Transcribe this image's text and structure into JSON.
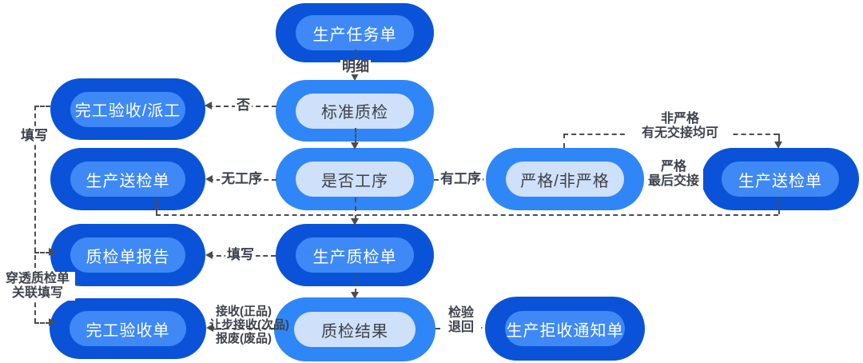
{
  "diagram": {
    "title_hint": "production-quality-inspection-flowchart",
    "nodes": {
      "task_order": "生产任务单",
      "standard_qc": "标准质检",
      "completion_dispatch": "完工验收/派工",
      "send_inspect_left": "生产送检单",
      "process_check": "是否工序",
      "strict_check": "严格/非严格",
      "send_inspect_right": "生产送检单",
      "qc_report": "质检单报告",
      "prod_qc_sheet": "生产质检单",
      "completion_accept": "完工验收单",
      "qc_result": "质检结果",
      "reject_notice": "生产拒收通知单"
    },
    "labels": {
      "detail": "明细",
      "no": "否",
      "no_process": "无工序",
      "has_process": "有工序",
      "strict_line1": "严格",
      "strict_line2": "最后交接",
      "nonstrict_line1": "非严格",
      "nonstrict_line2": "有无交接均可",
      "fill_rail": "填写",
      "fill_mid": "填写",
      "penetrate_line1": "穿透质检单",
      "penetrate_line2": "关联填写",
      "accept_line1": "接收(正品)",
      "accept_line2": "让步接收(次品)",
      "accept_line3": "报废(废品)",
      "return_line1": "检验",
      "return_line2": "退回"
    },
    "colors": {
      "node_outer_dark": "#0a53d8",
      "node_inner_dark": "#3e89f6",
      "node_outer_light": "#2f86f6",
      "node_inner_light": "#cfe0fa",
      "node_text_on_dark": "#ffffff",
      "node_text_on_light": "#3e4046",
      "connector": "#4d4d4d",
      "label_text": "#3d424d",
      "background": "#ffffff"
    }
  }
}
